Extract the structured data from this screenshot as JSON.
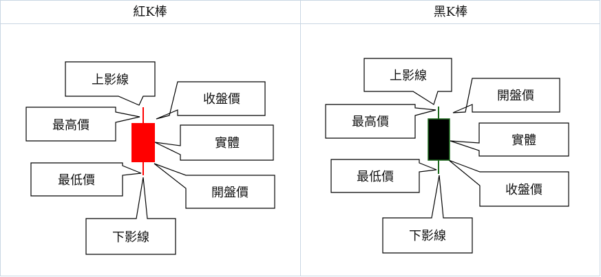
{
  "panels": [
    {
      "title": "紅K棒",
      "candle_color": "#ff0000",
      "wick_color": "#ff0000",
      "labels": {
        "upper_shadow": "上影線",
        "high_price": "最高價",
        "close_price": "收盤價",
        "body": "實體",
        "low_price": "最低價",
        "open_price": "開盤價",
        "lower_shadow": "下影線"
      }
    },
    {
      "title": "黑K棒",
      "candle_color": "#000000",
      "wick_color": "#1e6b1e",
      "labels": {
        "upper_shadow": "上影線",
        "high_price": "最高價",
        "open_price": "開盤價",
        "body": "實體",
        "low_price": "最低價",
        "close_price": "收盤價",
        "lower_shadow": "下影線"
      }
    }
  ]
}
